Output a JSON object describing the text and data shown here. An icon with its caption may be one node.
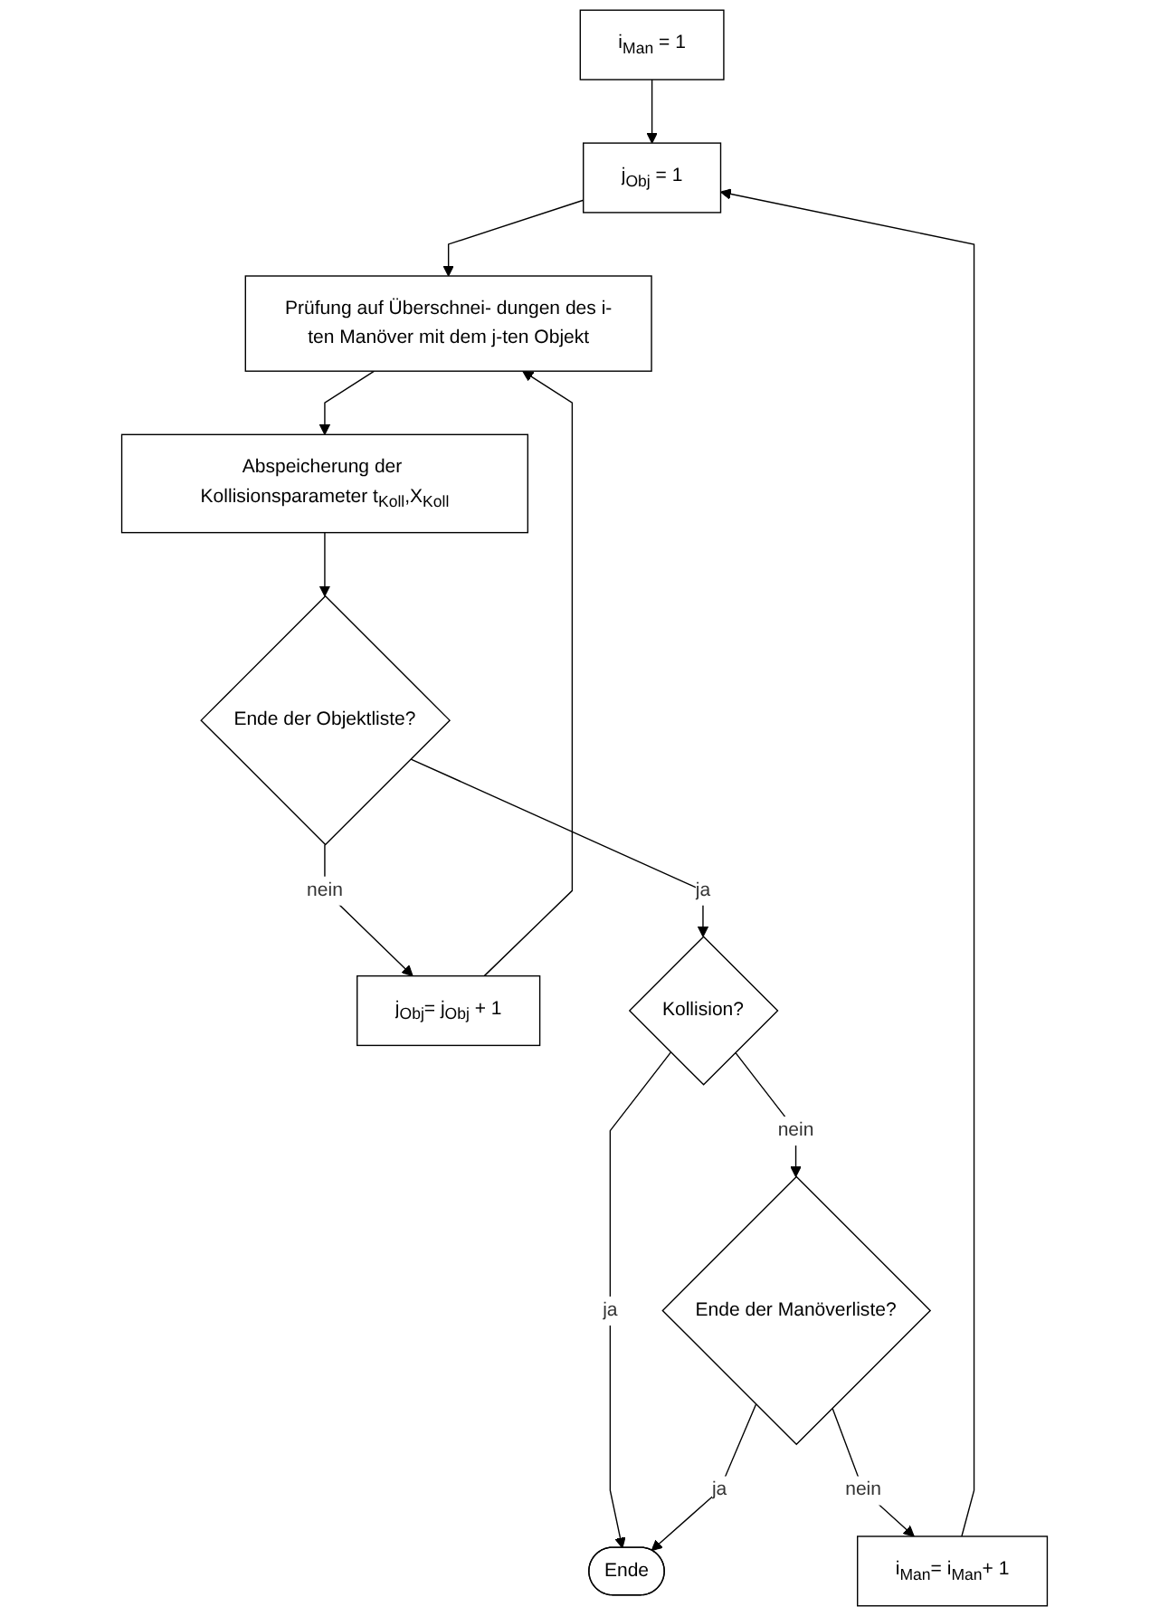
{
  "diagram": {
    "nodes": [
      {
        "text": [
          "i$_{Man}$ = 1"
        ]
      },
      {
        "text": [
          "j$_{Obj}$ = 1"
        ]
      },
      {
        "text": [
          "j$_{Obj}$= j$_{Obj}$ + 1"
        ]
      },
      {
        "text": [
          "Prüfung auf Überschnei- dungen des i-ten Manöver mit dem j-ten Objekt"
        ]
      },
      {
        "text": [
          "i$_{Man}$= i$_{Man}$+ 1"
        ]
      },
      {
        "text": [
          "Abspeicherung der Kollisionsparameter t$_{Koll}$,X$_{Koll}$"
        ]
      },
      {
        "text": [
          "Ende der Objektliste?"
        ]
      },
      {
        "text": [
          "Kollision?"
        ]
      },
      {
        "text": [
          "Ende der Manöverliste?"
        ]
      },
      {
        "text": [
          "Ende"
        ]
      }
    ],
    "edges": [
      {
        "from": 0,
        "to": 1,
        "arrow": "to"
      },
      {
        "from": 1,
        "to": 3,
        "arrow": "to"
      },
      {
        "from": 2,
        "to": 3,
        "arrow": "to"
      },
      {
        "from": 3,
        "to": 5,
        "arrow": "to"
      },
      {
        "from": 5,
        "to": 6,
        "arrow": "to"
      },
      {
        "from": 6,
        "to": 2,
        "label": "nein",
        "arrow": "to"
      },
      {
        "from": 6,
        "to": 7,
        "label": "ja",
        "arrow": "to"
      },
      {
        "from": 7,
        "to": 8,
        "label": "nein",
        "arrow": "to"
      },
      {
        "from": 7,
        "to": 9,
        "label": "ja",
        "arrow": "to"
      },
      {
        "from": 8,
        "to": 4,
        "label": "nein",
        "arrow": "to"
      },
      {
        "from": 8,
        "to": 9,
        "label": "ja",
        "arrow": "to"
      },
      {
        "from": 4,
        "to": 1,
        "arrow": "to"
      }
    ]
  }
}
